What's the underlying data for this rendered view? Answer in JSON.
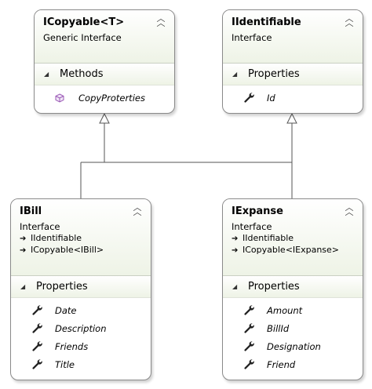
{
  "icopyable": {
    "title": "ICopyable<T>",
    "stereotype": "Generic Interface",
    "section": "Methods",
    "items": [
      "CopyProterties"
    ]
  },
  "iidentifiable": {
    "title": "IIdentifiable",
    "stereotype": "Interface",
    "section": "Properties",
    "items": [
      "Id"
    ]
  },
  "ibill": {
    "title": "IBill",
    "stereotype": "Interface",
    "inherits": [
      "IIdentifiable",
      "ICopyable<IBill>"
    ],
    "section": "Properties",
    "items": [
      "Date",
      "Description",
      "Friends",
      "Title"
    ]
  },
  "iexpanse": {
    "title": "IExpanse",
    "stereotype": "Interface",
    "inherits": [
      "IIdentifiable",
      "ICopyable<IExpanse>"
    ],
    "section": "Properties",
    "items": [
      "Amount",
      "BillId",
      "Designation",
      "Friend"
    ]
  },
  "colors": {
    "border": "#8a8a8a",
    "header_gradient_end": "#eef3e6",
    "method_icon": "#9b59b6",
    "property_icon": "#222222",
    "connector": "#555555"
  }
}
